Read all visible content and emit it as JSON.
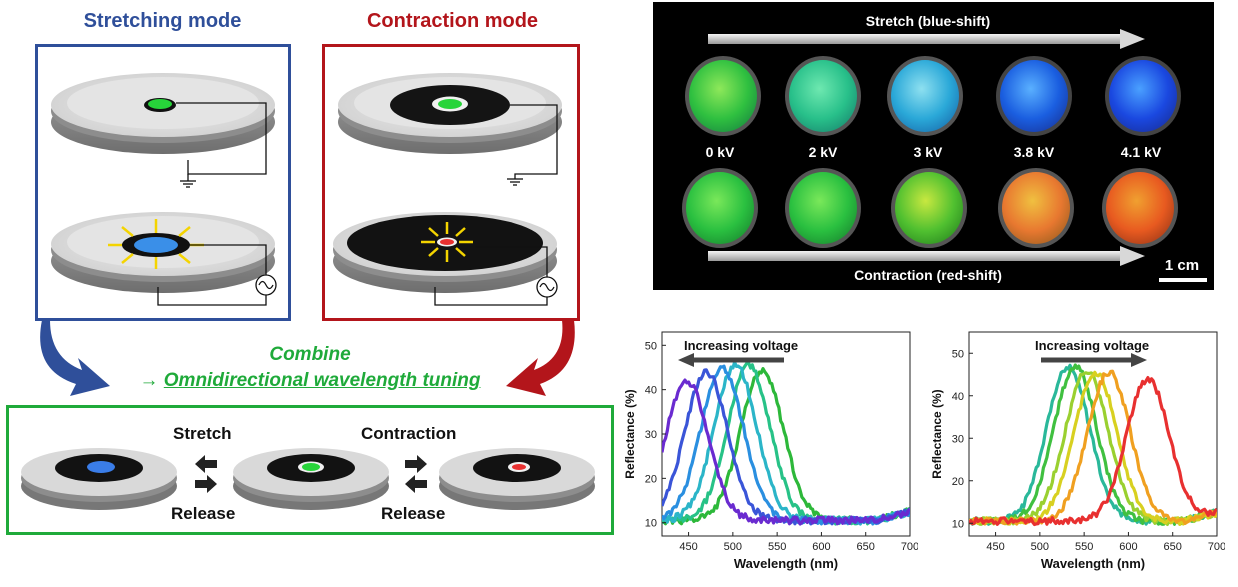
{
  "colors": {
    "stretch": "#2f4f9a",
    "contraction": "#b3151b",
    "combine": "#1faa3a"
  },
  "stretching": {
    "title": "Stretching mode"
  },
  "contraction": {
    "title": "Contraction mode"
  },
  "combine": {
    "title": "Combine",
    "subtitle": "→ Omnidirectional wavelength tuning",
    "arrow": "→",
    "subtitle_text": "Omnidirectional wavelength tuning"
  },
  "combo": {
    "stretch": "Stretch",
    "release1": "Release",
    "contraction": "Contraction",
    "release2": "Release"
  },
  "photo": {
    "stretch_label": "Stretch (blue-shift)",
    "contraction_label": "Contraction (red-shift)",
    "scale": "1 cm",
    "voltages": [
      "0 kV",
      "2 kV",
      "3 kV",
      "3.8 kV",
      "4.1 kV"
    ]
  },
  "icons": [
    "ground-icon",
    "ac-source-icon",
    "double-arrow-icon"
  ],
  "chart_data": [
    {
      "type": "line",
      "annotation": "Increasing voltage",
      "xlabel": "Wavelength (nm)",
      "ylabel": "Reflectance (%)",
      "xlim": [
        420,
        700
      ],
      "ylim": [
        7,
        53
      ],
      "xticks": [
        450,
        500,
        550,
        600,
        650,
        700
      ],
      "yticks": [
        10,
        20,
        30,
        40,
        50
      ],
      "series": [
        {
          "peak": 533,
          "amp": 44.5,
          "color": "#2db83a"
        },
        {
          "peak": 518,
          "amp": 45.5,
          "color": "#27c287"
        },
        {
          "peak": 503,
          "amp": 45.5,
          "color": "#2bb5c8"
        },
        {
          "peak": 488,
          "amp": 45,
          "color": "#2a8fe0"
        },
        {
          "peak": 470,
          "amp": 44,
          "color": "#3a55d8"
        },
        {
          "peak": 448,
          "amp": 42,
          "color": "#6a2bd0"
        }
      ]
    },
    {
      "type": "line",
      "annotation": "Increasing voltage",
      "xlabel": "Wavelength (nm)",
      "ylabel": "Reflectance (%)",
      "xlim": [
        420,
        700
      ],
      "ylim": [
        7,
        55
      ],
      "xticks": [
        450,
        500,
        550,
        600,
        650,
        700
      ],
      "yticks": [
        10,
        20,
        30,
        40,
        50
      ],
      "series": [
        {
          "peak": 532,
          "amp": 47,
          "color": "#2ab89a"
        },
        {
          "peak": 540,
          "amp": 47,
          "color": "#40c040"
        },
        {
          "peak": 553,
          "amp": 46,
          "color": "#9ad030"
        },
        {
          "peak": 563,
          "amp": 45.5,
          "color": "#d8d020"
        },
        {
          "peak": 578,
          "amp": 45.5,
          "color": "#f0a020"
        },
        {
          "peak": 622,
          "amp": 44,
          "color": "#e83030"
        }
      ]
    }
  ]
}
